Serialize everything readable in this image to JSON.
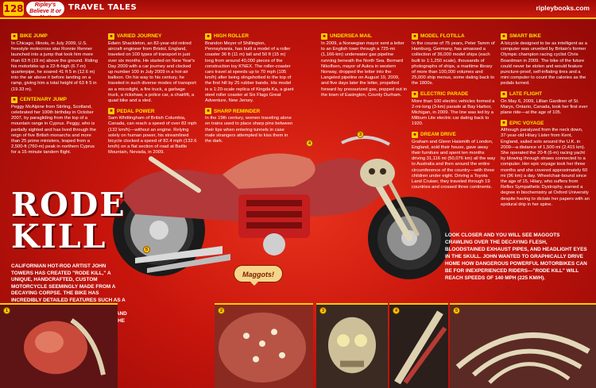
{
  "header": {
    "page_number": "128",
    "brand_line1": "Ripley's",
    "brand_line2": "Believe It or Not!",
    "section": "TRAVEL TALES",
    "url": "ripleybooks.com"
  },
  "columns": [
    {
      "entries": [
        {
          "title": "BIKE JUMP",
          "text": "In Chicago, Illinois, in July 2009, U.S. freestyle motocross star Ronnie Renner launched into a jump that took him more than 63 ft (19 m) above the ground. Riding his motorbike up a 22-ft-high (6.7-m) quarterpipe, he soared 41 ft 5 in (12.6 m) into the air above it before landing on a ramp, giving him a total height of 63 ft 5 in (19.33 m)."
        },
        {
          "title": "CENTENARY JUMP",
          "text": "Peggy McAlpine from Stirling, Scotland, celebrated her 100th birthday in October 2007, by paragliding from the top of a mountain range in Cyprus. Peggy, who is partially sighted and has lived through the reign of five British monarchs and more than 25 prime ministers, leaped from a 2,500-ft (760-m) peak in northern Cyprus for a 15-minute tandem flight."
        }
      ]
    },
    {
      "entries": [
        {
          "title": "VARIED JOURNEY",
          "text": "Edwin Shackleton, an 82-year-old retired aircraft engineer from Bristol, England, traveled on 100 types of transport in just over six months. He started on New Year's Day 2009 with a car journey and clocked up number 100 in July 2009 in a hot-air balloon. On his way to his century, he traveled in such diverse modes of transport as a microlight, a fire truck, a garbage truck, a rickshaw, a police car, a chairlift, a quad bike and a sled."
        },
        {
          "title": "PEDAL POWER",
          "text": "Sam Whittingham of British Columbia, Canada, can reach a speed of over 82 mph (132 km/h)—without an engine. Relying solely on human power, his streamlined bicycle clocked a speed of 82.4 mph (132.6 km/h) on a flat section of road at Battle Mountain, Nevada, in 2009."
        }
      ]
    },
    {
      "entries": [
        {
          "title": "HIGH ROLLER",
          "text": "Brandon Meyer of Shillington, Pennsylvania, has built a model of a roller coaster 36 ft (11 m) tall and 50 ft (15 m) long from around 40,000 pieces of the construction toy K'NEX. The roller-coaster cars travel at speeds up to 70 mph (105 km/h) after being slingshotted to the top of the first hill by 25 rubber bands. His model is a 1:20-scale replica of Kingda Ka, a giant steel roller coaster at Six Flags Great Adventure, New Jersey."
        },
        {
          "title": "SHARP REMINDER",
          "text": "In the 19th century, women traveling alone on trains used to place sharp pins between their lips when entering tunnels in case male strangers attempted to kiss them in the dark."
        }
      ]
    },
    {
      "entries": [
        {
          "title": "UNDERSEA MAIL",
          "text": "In 2009, a Norwegian mayor sent a letter to an English town through a 725-mi (1,166-km) underwater gas pipeline running beneath the North Sea. Bernard Nikolfsen, mayor of Aukra in western Norway, dropped the letter into the Langeled pipeline on August 19, 2009, and five days later the letter, propelled forward by pressurized gas, popped out in the town of Easington, County Durham."
        }
      ]
    },
    {
      "entries": [
        {
          "title": "MODEL FLOTILLA",
          "text": "In the course of 75 years, Peter Tamm of Hamburg, Germany, has amassed a collection of 36,000 model ships (each built to 1:1,250 scale), thousands of photographs of ships, a maritime library of more than 100,000 volumes and 25,000 ship menus, some dating back to the 1800s."
        },
        {
          "title": "ELECTRIC PARADE",
          "text": "More than 100 electric vehicles formed a 2-mi-long (3-km) parade at Bay Harbor, Michigan, in 2009. The line was led by a Milburn Lite electric car dating back to 1920."
        },
        {
          "title": "DREAM DRIVE",
          "text": "Graham and Glenn Haismith of London, England, sold their house, gave away their furniture and spent ten months driving 31,116 mi (50,076 km) all the way to Australia and then around the entire circumference of the country—with three children under eight. Driving a Toyota Land Cruiser, they traveled through 19 countries and crossed three continents."
        }
      ]
    },
    {
      "entries": [
        {
          "title": "SMART BIKE",
          "text": "A bicycle designed to be as intelligent as a computer was unveiled by Britain's former Olympic champion racing cyclist Chris Boardman in 2009. The bike of the future could never be stolen and would feature puncture-proof, self-inflating tires and a mini computer to count the calories as the pedals turned."
        },
        {
          "title": "LATE FLIGHT",
          "text": "On May 6, 2009, Lillian Gardiner of St. Marys, Ontario, Canada, took her first ever plane ride—at the age of 105."
        },
        {
          "title": "EPIC VOYAGE",
          "text": "Although paralyzed from the neck down, 37-year-old Hilary Lister from Kent, England, sailed solo around the U.K. in 2009—a distance of 1,500 mi (2,415 km). She operated the 20-ft (6-m) racing yacht by blowing through straws connected to a computer. Her epic voyage took her three months and she covered approximately 60 mi (96 km) a day. Wheelchair-bound since the age of 15, Hilary, who suffers from Reflex Sympathetic Dystrophy, earned a degree in biochemistry at Oxford University despite having to dictate her papers with an epidural drip in her spine."
        }
      ]
    }
  ],
  "hero": {
    "title_line1": "RODE",
    "title_line2": "KILL",
    "intro": "Californian hot-rod artist John Towers has created \"Rode Kill,\" a unique, handcrafted, custom motorcycle seemingly made from a decaying corpse. The bike has incredibly detailed features such as a heart protruding from an exposed ribcage that houses the fuel tank, and super-realistic bones that flex at the elbow with the bike suspension.",
    "outro": "Look closer and you will see maggots crawling over the decaying flesh, bloodstained exhaust pipes, and headlight eyes in the skull. John wanted to graphically drive home how dangerous powerful motorbikes can be for inexperienced riders—\"Rode Kill\" will reach speeds of 140 mph (225 km/h).",
    "callout": "Maggots!"
  },
  "photos": [
    {
      "name": "photo-heart",
      "marker": "1"
    },
    {
      "name": "photo-maggots-close",
      "marker": "2"
    },
    {
      "name": "photo-skull-headlight",
      "marker": "3"
    },
    {
      "name": "photo-bone-frame",
      "marker": "4"
    },
    {
      "name": "photo-ribcage-tank",
      "marker": "5"
    }
  ],
  "palette": {
    "background": "#c8150c",
    "accent": "#ffcc00",
    "title_yellow": "#ffe000"
  }
}
